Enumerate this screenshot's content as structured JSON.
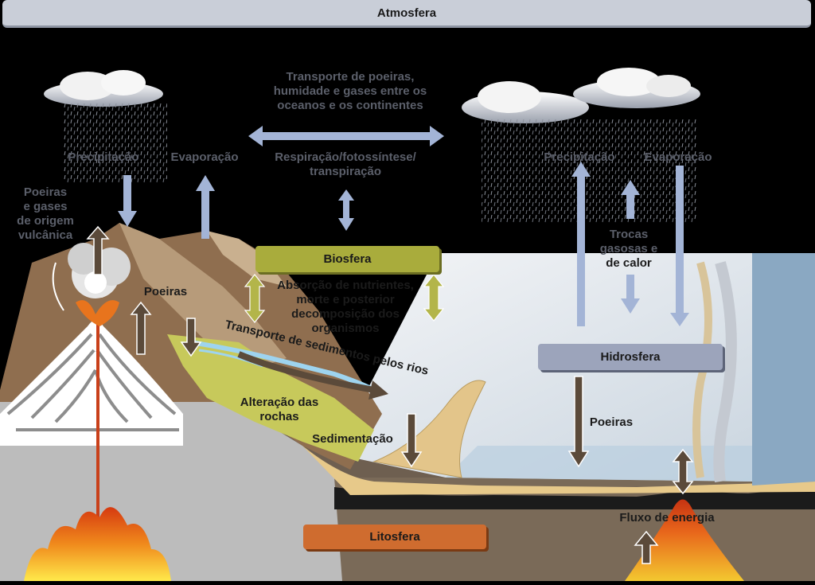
{
  "spheres": {
    "atmosphere": "Atmosfera",
    "biosphere": "Biosfera",
    "hydrosphere": "Hidrosfera",
    "lithosphere": "Litosfera"
  },
  "labels": {
    "transport_dust": "Transporte de poeiras,\nhumidade e gases entre os\noceanos e os continentes",
    "precipitation_left": "Precipitação",
    "evaporation_left": "Evaporação",
    "respiration": "Respiração/fotossíntese/\ntranspiração",
    "volcanic_dust": "Poeiras\ne gases\nde origem\nvulcânica",
    "dust_land": "Poeiras",
    "nutrients": "Absorção de nutrientes,\nmorte e posterior\ndecomposição dos\norganismos",
    "river_transport": "Transporte de sedimentos pelos rios",
    "weathering": "Alteração das\nrochas",
    "sedimentation": "Sedimentação",
    "precipitation_right": "Precipitação",
    "evaporation_right": "Evaporação",
    "gas_exchange": "Trocas\ngasosas e\nde calor",
    "dust_ocean": "Poeiras",
    "energy_flow": "Fluxo de energia"
  },
  "colors": {
    "atmosphere": "#c9ced8",
    "biosphere": "#a9ac3c",
    "hydrosphere": "#9ca4bb",
    "lithosphere": "#cf6c2f",
    "water_arrow": "#a3b4d6",
    "brown_arrow": "#5b4a3a",
    "bio_arrow": "#b3b54a"
  },
  "icons": [
    "cloud-icon",
    "rain-icon",
    "volcano-icon",
    "arrow-icon"
  ]
}
